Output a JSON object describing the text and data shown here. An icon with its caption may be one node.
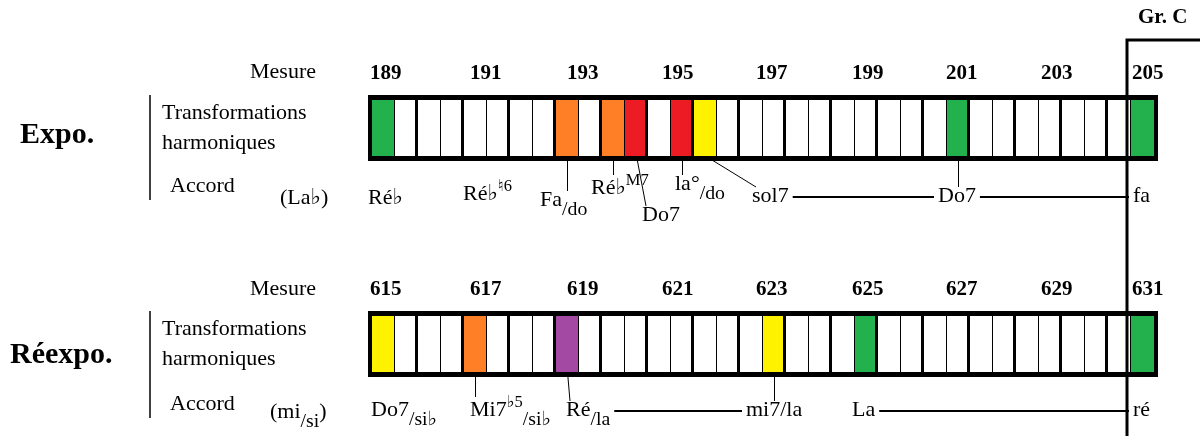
{
  "diagram": {
    "nodes": [
      {
        "text": [],
        "shape": "box"
      },
      {
        "text": [],
        "shape": "box"
      },
      {
        "text": [],
        "shape": "box"
      },
      {
        "text": [],
        "shape": "box"
      },
      {
        "text": [],
        "shape": "box"
      },
      {
        "text": [],
        "shape": "box"
      },
      {
        "text": [
          "Fa$_{/do}$"
        ]
      },
      {
        "text": [
          "Ré♭$^{M7}$"
        ]
      },
      {
        "text": [
          "Do7"
        ]
      },
      {
        "text": [
          "la°$_{/do}$"
        ]
      },
      {
        "text": [
          "sol7"
        ]
      },
      {
        "text": [
          "Do7"
        ]
      },
      {
        "text": [
          "fa"
        ]
      },
      {
        "text": [],
        "shape": "box"
      },
      {
        "text": [],
        "shape": "box"
      },
      {
        "text": [],
        "shape": "box"
      },
      {
        "text": [
          "Mi7$^{♭5}$$_{/si♭}$"
        ]
      },
      {
        "text": [
          "Ré$_{/la}$"
        ]
      },
      {
        "text": [
          "mi7/la"
        ]
      },
      {
        "text": [
          "La"
        ]
      },
      {
        "text": [
          "ré"
        ]
      }
    ],
    "edges": [
      {
        "from": 6,
        "to": 0,
        "arrow": "none"
      },
      {
        "from": 7,
        "to": 1,
        "arrow": "none"
      },
      {
        "from": 8,
        "to": 2,
        "arrow": "none"
      },
      {
        "from": 9,
        "to": 3,
        "arrow": "none"
      },
      {
        "from": 10,
        "to": 4,
        "arrow": "none"
      },
      {
        "from": 11,
        "to": 5,
        "arrow": "none"
      },
      {
        "from": 10,
        "to": 11,
        "arrow": "none"
      },
      {
        "from": 11,
        "to": 12,
        "arrow": "none"
      },
      {
        "from": 16,
        "to": 13,
        "arrow": "none"
      },
      {
        "from": 17,
        "to": 14,
        "arrow": "none"
      },
      {
        "from": 18,
        "to": 15,
        "arrow": "none"
      },
      {
        "from": 17,
        "to": 18,
        "arrow": "none"
      },
      {
        "from": 19,
        "to": 20,
        "arrow": "none"
      }
    ],
    "labels": [
      "Gr. C",
      "Mesure",
      "189",
      "191",
      "193",
      "195",
      "197",
      "199",
      "201",
      "203",
      "205",
      "Expo.",
      "Transformations harmoniques",
      "Accord",
      "(La♭)",
      "Ré♭",
      "Ré♭$^{♮6}$",
      "Mesure",
      "615",
      "617",
      "619",
      "621",
      "623",
      "625",
      "627",
      "629",
      "631",
      "Réexpo.",
      "Transformations harmoniques",
      "Accord",
      "(mi$_{/si}$)",
      "Do7$_{/si♭}$"
    ]
  }
}
